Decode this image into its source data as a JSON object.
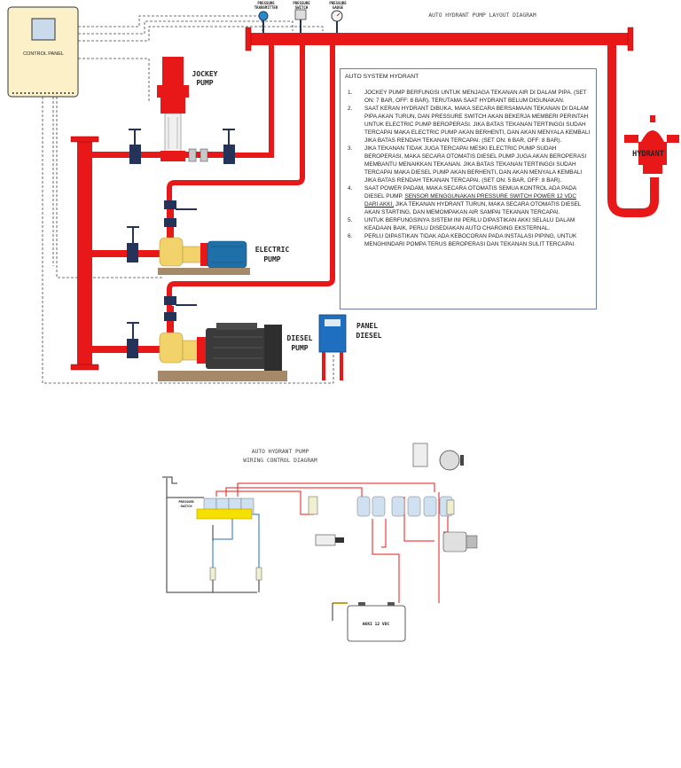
{
  "layout_diagram": {
    "title": "AUTO HYDRANT PUMP LAYOUT DIAGRAM",
    "control_panel_label": "CONTROL PANEL",
    "jockey_pump_label": [
      "JOCKEY",
      "PUMP"
    ],
    "electric_pump_label": [
      "ELECTRIC",
      "PUMP"
    ],
    "diesel_pump_label": [
      "DIESEL",
      "PUMP"
    ],
    "panel_diesel_label": [
      "PANEL",
      "DIESEL"
    ],
    "hydrant_label": "HYDRANT",
    "pressure_transmitter_label": [
      "PRESSURE",
      "TRANSMITTER"
    ],
    "pressure_switch_label": [
      "PRESSURE",
      "SWITCH"
    ],
    "pressure_gauge_label": [
      "PRESSURE",
      "GAUGE"
    ]
  },
  "info_box": {
    "title": "AUTO SYSTEM HYDRANT",
    "items": [
      {
        "num": "1.",
        "text": "JOCKEY PUMP BERFUNGSI UNTUK MENJAGA TEKANAN AIR DI DALAM PIPA. (SET ON: 7 BAR, OFF: 8 BAR). TERUTAMA SAAT HYDRANT BELUM DIGUNAKAN."
      },
      {
        "num": "2.",
        "text": "SAAT KERAN HYDRANT DIBUKA, MAKA SECARA BERSAMAAN TEKANAN DI DALAM PIPA AKAN TURUN, DAN PRESSURE SWITCH AKAN BEKERJA MEMBERI PERINTAH UNTUK ELECTRIC PUMP BEROPERASI. JIKA BATAS TEKANAN TERTINGGI SUDAH TERCAPAI MAKA ELECTRIC PUMP AKAN BERHENTI, DAN AKAN MENYALA KEMBALI JIKA BATAS RENDAH TEKANAN TERCAPAI. (SET ON: 6 BAR, OFF: 8 BAR)."
      },
      {
        "num": "3.",
        "text": "JIKA TEKANAN TIDAK JUGA TERCAPAI MESKI ELECTRIC PUMP SUDAH BEROPERASI, MAKA SECARA OTOMATIS DIESEL PUMP JUGA AKAN BEROPERASI MEMBANTU MENAIKKAN TEKANAN. JIKA BATAS TEKANAN TERTINGGI SUDAH TERCAPAI MAKA DIESEL PUMP AKAN BERHENTI, DAN AKAN MENYALA KEMBALI JIKA BATAS RENDAH TEKANAN TERCAPAI. (SET ON: 5 BAR, OFF: 8 BAR)."
      },
      {
        "num": "4.",
        "text_before": "SAAT POWER PADAM, MAKA SECARA OTOMATIS SEMUA KONTROL ADA PADA DIESEL PUMP. ",
        "text_underlined": "SENSOR MENGGUNAKAN PRESSURE SWITCH POWER 12 VDC DARI AKKI,",
        "text_after": " JIKA TEKANAN HYDRANT TURUN, MAKA SECARA OTOMATIS DIESEL AKAN STARTING, DAN MEMOMPAKAN AIR SAMPAI TEKANAN TERCAPAI."
      },
      {
        "num": "5.",
        "text": "UNTUK BERFUNGSINYA SISTEM INI PERLU DIPASTIKAN AKKI SELALU DALAM KEADAAN BAIK, PERLU DISEDIAKAN AUTO CHARGING EKSTERNAL."
      },
      {
        "num": "6.",
        "text": "PERLU DIPASTIKAN TIDAK ADA KEBOCORAN PADA INSTALASI PIPING, UNTUK MENGHINDARI POMPA TERUS BEROPERASI DAN TEKANAN SULIT TERCAPAI."
      }
    ]
  },
  "wiring_diagram": {
    "title_line1": "AUTO HYDRANT PUMP",
    "title_line2": "WIRING CONTROL DIAGRAM",
    "battery_label": "AKKI 12 VDC",
    "pressure_switch_label": [
      "PRESSURE",
      "SWITCH"
    ]
  },
  "colors": {
    "pipe_red": "#e81818",
    "pump_blue": "#1f6fa8",
    "motor_dark": "#3a3a3a",
    "pump_yellow": "#f2d36b",
    "panel_cream": "#fbf0c8",
    "panel_blue": "#1f6fc0",
    "valve_navy": "#25335a",
    "base_brown": "#a58a6a"
  }
}
